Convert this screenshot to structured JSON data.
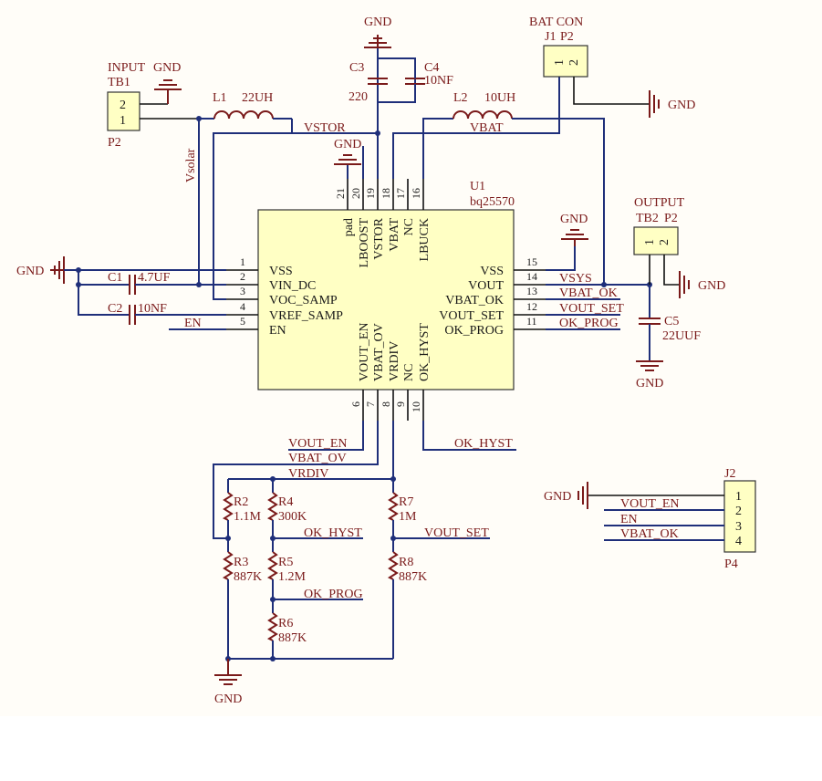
{
  "background": "#fffdf8",
  "colors": {
    "wire": "#1f2f7a",
    "symbol": "#7a1a1a",
    "chip_fill": "#ffffc4"
  },
  "chip": {
    "designator": "U1",
    "part": "bq25570",
    "left_pins": [
      {
        "num": "1",
        "name": "VSS"
      },
      {
        "num": "2",
        "name": "VIN_DC"
      },
      {
        "num": "3",
        "name": "VOC_SAMP"
      },
      {
        "num": "4",
        "name": "VREF_SAMP"
      },
      {
        "num": "5",
        "name": "EN"
      }
    ],
    "right_pins": [
      {
        "num": "15",
        "name": "VSS"
      },
      {
        "num": "14",
        "name": "VOUT"
      },
      {
        "num": "13",
        "name": "VBAT_OK"
      },
      {
        "num": "12",
        "name": "VOUT_SET"
      },
      {
        "num": "11",
        "name": "OK_PROG"
      }
    ],
    "top_pins": [
      {
        "num": "21",
        "name": "pad"
      },
      {
        "num": "20",
        "name": "LBOOST"
      },
      {
        "num": "19",
        "name": "VSTOR"
      },
      {
        "num": "18",
        "name": "VBAT"
      },
      {
        "num": "17",
        "name": "NC"
      },
      {
        "num": "16",
        "name": "LBUCK"
      }
    ],
    "bottom_pins": [
      {
        "num": "6",
        "name": "VOUT_EN"
      },
      {
        "num": "7",
        "name": "VBAT_OV"
      },
      {
        "num": "8",
        "name": "VRDIV"
      },
      {
        "num": "9",
        "name": "NC"
      },
      {
        "num": "10",
        "name": "OK_HYST"
      }
    ]
  },
  "input": {
    "title": "INPUT",
    "designator": "TB1",
    "footprint": "P2",
    "pins": [
      "2",
      "1"
    ]
  },
  "bat_con": {
    "title": "BAT CON",
    "designator": "J1",
    "footprint": "P2",
    "pins": [
      "1",
      "2"
    ]
  },
  "output": {
    "title": "OUTPUT",
    "designator": "TB2",
    "footprint": "P2",
    "pins": [
      "1",
      "2"
    ]
  },
  "j2": {
    "designator": "J2",
    "footprint": "P4",
    "pins": [
      "1",
      "2",
      "3",
      "4"
    ]
  },
  "inductors": [
    {
      "designator": "L1",
      "value": "22UH"
    },
    {
      "designator": "L2",
      "value": "10UH"
    }
  ],
  "capacitors": [
    {
      "designator": "C1",
      "value": "4.7UF"
    },
    {
      "designator": "C2",
      "value": "10NF"
    },
    {
      "designator": "C3",
      "value": "220"
    },
    {
      "designator": "C4",
      "value": "10NF"
    },
    {
      "designator": "C5",
      "value": "22UUF"
    }
  ],
  "resistors": [
    {
      "designator": "R2",
      "value": "1.1M"
    },
    {
      "designator": "R3",
      "value": "887K"
    },
    {
      "designator": "R4",
      "value": "300K"
    },
    {
      "designator": "R5",
      "value": "1.2M"
    },
    {
      "designator": "R6",
      "value": "887K"
    },
    {
      "designator": "R7",
      "value": "1M"
    },
    {
      "designator": "R8",
      "value": "887K"
    }
  ],
  "nets": {
    "gnd": "GND",
    "vsolar": "Vsolar",
    "vstor": "VSTOR",
    "vbat": "VBAT",
    "en": "EN",
    "vsys": "VSYS",
    "vbat_ok": "VBAT_OK",
    "vout_set": "VOUT_SET",
    "ok_prog": "OK_PROG",
    "vout_en": "VOUT_EN",
    "vbat_ov": "VBAT_OV",
    "vrdiv": "VRDIV",
    "ok_hyst": "OK_HYST"
  }
}
